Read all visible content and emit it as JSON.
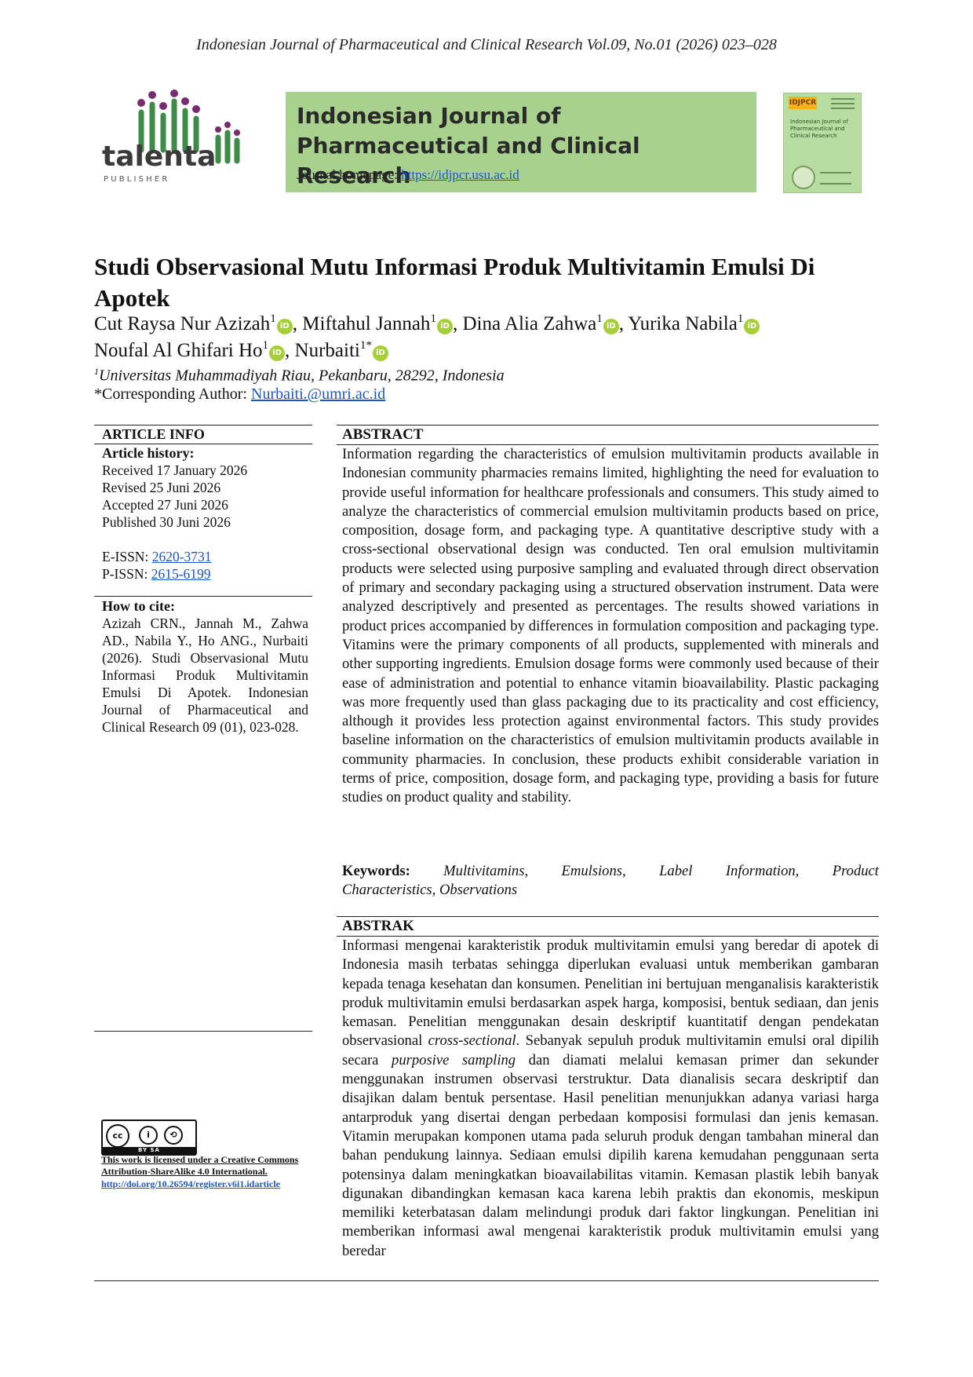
{
  "running_head": "Indonesian Journal of Pharmaceutical and Clinical Research Vol.09, No.01 (2026) 023–028",
  "publisher": {
    "name": "talenta",
    "sub": "P U B L I S H E R"
  },
  "banner": {
    "title": "Indonesian Journal of Pharmaceutical and Clinical Research",
    "homepage_label": "Journal homepage: ",
    "homepage_url": "https://idjpcr.usu.ac.id"
  },
  "cover": {
    "brand": "IDJPCR",
    "title": "Indonesian Journal of Pharmaceutical and Clinical Research"
  },
  "paper": {
    "title": "Studi Observasional Mutu Informasi Produk Multivitamin Emulsi Di Apotek",
    "authors": [
      {
        "name": "Cut Raysa Nur Azizah",
        "sup": "1",
        "sep": ", "
      },
      {
        "name": "Miftahul Jannah",
        "sup": "1",
        "sep": ", "
      },
      {
        "name": "Dina Alia Zahwa",
        "sup": "1",
        "sep": ", "
      },
      {
        "name": "Yurika Nabila",
        "sup": "1",
        "sep": " "
      },
      {
        "name": "Noufal Al Ghifari Ho",
        "sup": "1",
        "sep": ", "
      },
      {
        "name": "Nurbaiti",
        "sup": "1*",
        "sep": ""
      }
    ],
    "orcid_glyph": "iD",
    "affiliation_sup": "1",
    "affiliation": "Universitas Muhammadiyah Riau, Pekanbaru, 28292, Indonesia",
    "corresponding_label": "*Corresponding Author: ",
    "corresponding_email": "Nurbaiti.@umri.ac.id"
  },
  "article_info": {
    "heading": "ARTICLE   INFO",
    "history_heading": "Article history:",
    "history": [
      "Received 17 January 2026",
      "Revised 25 Juni 2026",
      "Accepted 27 Juni 2026",
      "Published 30 Juni 2026"
    ],
    "eissn_label": "E-ISSN: ",
    "eissn": "2620-3731",
    "pissn_label": "P-ISSN: ",
    "pissn": "2615-6199",
    "cite_heading": "How to cite:",
    "cite": "Azizah CRN., Jannah M., Zahwa AD., Nabila Y., Ho ANG., Nurbaiti (2026). Studi Observasional Mutu Informasi Produk Multivitamin Emulsi Di Apotek. Indonesian Journal of Pharmaceutical and Clinical Research 09 (01), 023-028."
  },
  "license": {
    "badge_cc": "cc",
    "badge_by": "i",
    "badge_sa": "⟲",
    "badge_band": "BY    SA",
    "text": "This work is licensed under a Creative Commons Attribution-ShareAlike 4.0 International.",
    "doi": "http://doi.org/10.26594/register.v6i1.idarticle"
  },
  "abstract": {
    "heading": "ABSTRACT",
    "text": "Information regarding the characteristics of emulsion multivitamin products available in Indonesian community pharmacies remains limited, highlighting the need for evaluation to provide useful information for healthcare professionals and consumers. This study aimed to analyze the characteristics of commercial emulsion multivitamin products based on price, composition, dosage form, and packaging type. A quantitative descriptive study with a cross-sectional observational design was conducted. Ten oral emulsion multivitamin products were selected using purposive sampling and evaluated through direct observation of primary and secondary packaging using a structured observation instrument. Data were analyzed descriptively and presented as percentages. The results showed variations in product prices accompanied by differences in formulation composition and packaging type. Vitamins were the primary components of all products, supplemented with minerals and other supporting ingredients. Emulsion dosage forms were commonly used because of their ease of administration and potential to enhance vitamin bioavailability. Plastic packaging was more frequently used than glass packaging due to its practicality and cost efficiency, although it provides less protection against environmental factors. This study provides baseline information on the characteristics of emulsion multivitamin products available in community pharmacies. In conclusion, these products exhibit considerable variation in terms of price, composition, dosage form, and packaging type, providing a basis for future studies on product quality and stability.",
    "keywords_label": "Keywords:",
    "keywords_line1": [
      "Multivitamins,",
      "Emulsions,",
      "Label",
      "Information,",
      "Product"
    ],
    "keywords_line2": "Characteristics, Observations"
  },
  "abstrak": {
    "heading": "ABSTRAK",
    "part1": "Informasi mengenai karakteristik produk multivitamin emulsi yang beredar di apotek di Indonesia masih terbatas sehingga diperlukan evaluasi untuk memberikan gambaran kepada tenaga kesehatan dan konsumen. Penelitian ini bertujuan menganalisis karakteristik produk multivitamin emulsi berdasarkan aspek harga, komposisi, bentuk sediaan, dan jenis kemasan. Penelitian menggunakan desain deskriptif kuantitatif dengan pendekatan observasional ",
    "italic1": "cross-sectional",
    "part2": ". Sebanyak sepuluh produk multivitamin emulsi oral dipilih secara ",
    "italic2": "purposive sampling",
    "part3": " dan diamati melalui kemasan primer dan sekunder menggunakan instrumen observasi terstruktur. Data dianalisis secara deskriptif dan disajikan dalam bentuk persentase. Hasil penelitian menunjukkan adanya variasi harga antarproduk yang disertai dengan perbedaan komposisi formulasi dan jenis kemasan. Vitamin merupakan komponen utama pada seluruh produk dengan tambahan mineral dan bahan pendukung lainnya. Sediaan emulsi dipilih karena kemudahan penggunaan serta potensinya dalam meningkatkan bioavailabilitas vitamin. Kemasan plastik lebih banyak digunakan dibandingkan kemasan kaca karena lebih praktis dan ekonomis, meskipun memiliki keterbatasan dalam melindungi produk dari faktor lingkungan. Penelitian ini memberikan informasi awal mengenai karakteristik produk multivitamin emulsi yang beredar"
  },
  "colors": {
    "banner": "#a8d18d",
    "logo_green": "#3d8b46",
    "logo_purple": "#7a2a6e",
    "link": "#1a56c9",
    "orcid": "#a6ce39"
  }
}
